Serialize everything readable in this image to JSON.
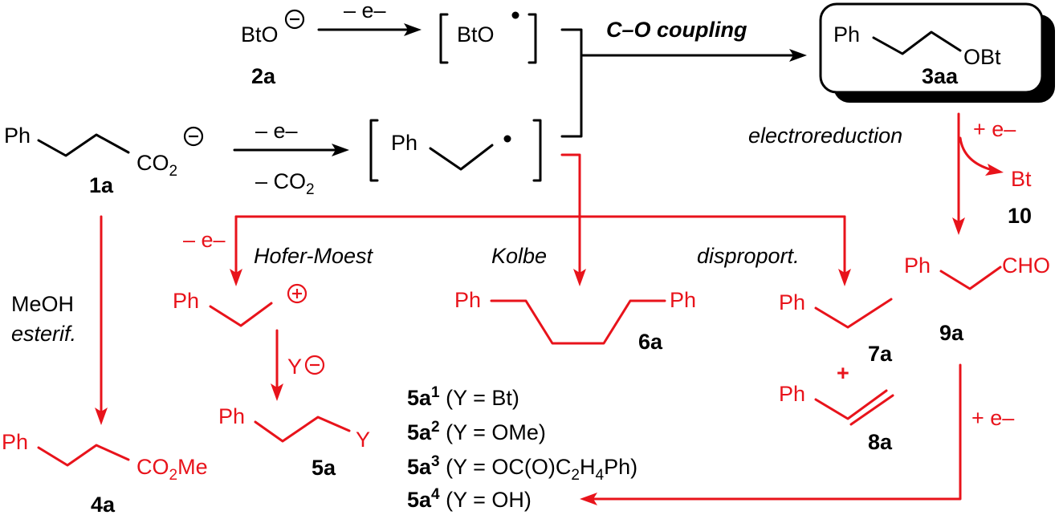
{
  "colors": {
    "black": "#000000",
    "red": "#e8131b"
  },
  "compounds": {
    "c2a": {
      "formula": "BtO",
      "label": "2a"
    },
    "bto_radical": {
      "formula": "BtO"
    },
    "c1a": {
      "ph": "Ph",
      "co": "CO",
      "co_sub": "2",
      "label": "1a"
    },
    "alkyl_radical": {
      "ph": "Ph"
    },
    "c3aa": {
      "ph": "Ph",
      "obt": "OBt",
      "label": "3aa"
    },
    "c10": {
      "bt": "Bt",
      "label": "10"
    },
    "c9a": {
      "ph": "Ph",
      "cho": "CHO",
      "label": "9a"
    },
    "cation": {
      "ph": "Ph"
    },
    "c5a": {
      "ph": "Ph",
      "y": "Y",
      "label": "5a"
    },
    "c6a": {
      "ph_left": "Ph",
      "ph_right": "Ph",
      "label": "6a"
    },
    "c7a": {
      "ph": "Ph",
      "label": "7a"
    },
    "plus": "+",
    "c8a": {
      "ph": "Ph",
      "label": "8a"
    },
    "c4a": {
      "ph": "Ph",
      "co": "CO",
      "co_sub": "2",
      "me": "Me",
      "label": "4a"
    }
  },
  "arrows": {
    "bto_oxidation": "– e–",
    "decarbox_1": "– e–",
    "decarbox_2": "– CO",
    "decarbox_2_sub": "2",
    "coupling": "C–O coupling",
    "electroreduction": "electroreduction",
    "reduction_plus": "+ e–",
    "oxidation_minus": "– e–",
    "hofer_moest": "Hofer-Moest",
    "kolbe": "Kolbe",
    "disproport": "disproport.",
    "nucleophile": "Y",
    "esterif_1": "MeOH",
    "esterif_2": "esterif.",
    "reduction_9a": "+ e–"
  },
  "list_5a": [
    {
      "label": "5a",
      "sup": "1",
      "text": " (Y = Bt)"
    },
    {
      "label": "5a",
      "sup": "2",
      "text": " (Y = OMe)"
    },
    {
      "label": "5a",
      "sup": "3",
      "text": " (Y = OC(O)C",
      "sub": "2",
      "mid": "H",
      "sub2": "4",
      "end": "Ph)"
    },
    {
      "label": "5a",
      "sup": "4",
      "text": " (Y = OH)"
    }
  ]
}
